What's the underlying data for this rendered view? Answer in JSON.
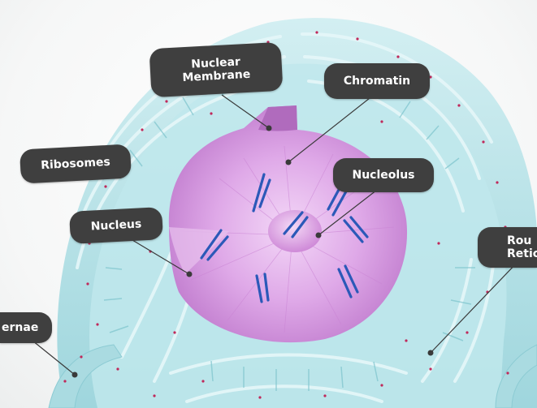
{
  "labels": {
    "nuclear_membrane": "Nuclear\nMembrane",
    "chromatin": "Chromatin",
    "ribosomes": "Ribosomes",
    "nucleolus": "Nucleolus",
    "nucleus": "Nucleus",
    "rough_er": "Rou\nRetic",
    "cisternae": "ernae"
  },
  "colors": {
    "label_bg": "#3f3f3f",
    "label_text": "#ffffff",
    "er": "#a9dde3",
    "er_light": "#d6f1f4",
    "nucleoplasm": "#d49be0",
    "nucleolus": "#cf8bd8",
    "chromosome": "#2b59b8",
    "ribosome": "#c0285a",
    "leader": "#3a3a3a"
  }
}
